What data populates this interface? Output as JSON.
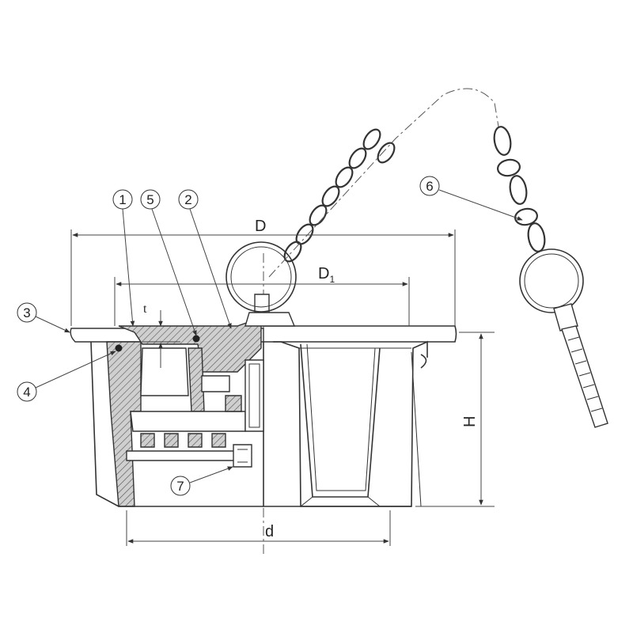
{
  "dimensions": {
    "D": "D",
    "D1_main": "D",
    "D1_sub": "1",
    "d": "d",
    "H": "H",
    "t": "t"
  },
  "callouts": [
    {
      "id": "1",
      "label": "1"
    },
    {
      "id": "2",
      "label": "2"
    },
    {
      "id": "3",
      "label": "3"
    },
    {
      "id": "4",
      "label": "4"
    },
    {
      "id": "5",
      "label": "5"
    },
    {
      "id": "6",
      "label": "6"
    },
    {
      "id": "7",
      "label": "7"
    }
  ]
}
